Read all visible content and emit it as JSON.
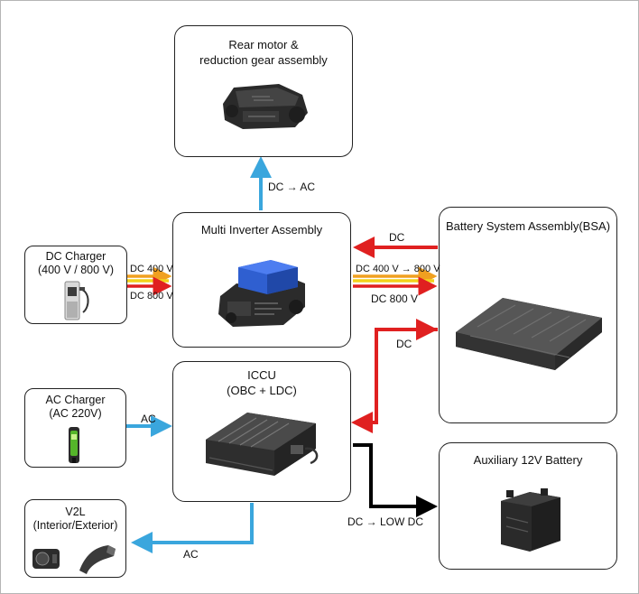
{
  "boxes": {
    "rear_motor": {
      "title_line1": "Rear motor &",
      "title_line2": "reduction gear assembly"
    },
    "inverter": {
      "title": "Multi Inverter Assembly"
    },
    "dc_charger": {
      "title_line1": "DC Charger",
      "title_line2": "(400 V / 800 V)"
    },
    "battery": {
      "title": "Battery System Assembly(BSA)"
    },
    "ac_charger": {
      "title_line1": "AC Charger",
      "title_line2": "(AC 220V)"
    },
    "iccu": {
      "title_line1": "ICCU",
      "title_line2": "(OBC + LDC)"
    },
    "aux_battery": {
      "title": "Auxiliary 12V Battery"
    },
    "v2l": {
      "title_line1": "V2L",
      "title_line2": "(Interior/Exterior)"
    }
  },
  "labels": {
    "dc_to_ac": "DC → AC",
    "dc_400v": "DC 400 V",
    "dc_800v_left": "DC 800 V",
    "dc_top": "DC",
    "dc_400_to_800": "DC 400 V → 800 V",
    "dc_800v_right": "DC 800 V",
    "dc_mid": "DC",
    "ac_in": "AC",
    "ac_out": "AC",
    "dc_low": "DC → LOW DC"
  },
  "colors": {
    "red": "#e02020",
    "orange": "#f0a020",
    "yellow": "#f2d21a",
    "blue": "#3aa6dd",
    "black": "#000000"
  }
}
